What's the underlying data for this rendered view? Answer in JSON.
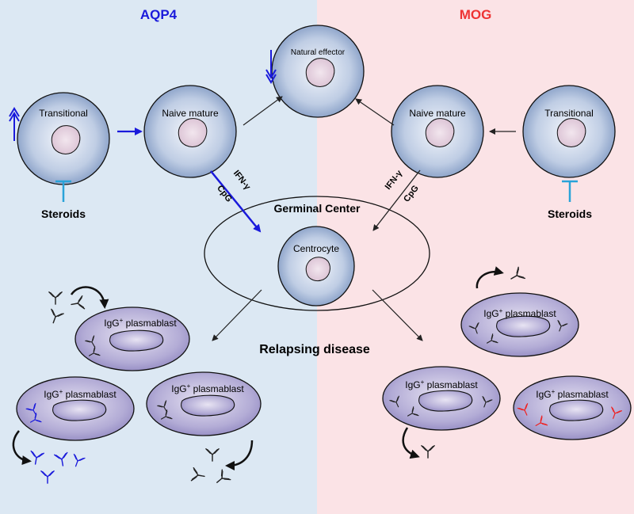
{
  "panels": {
    "left_title": "AQP4",
    "right_title": "MOG",
    "left_color": "#1a1adb",
    "right_color": "#ee3333",
    "left_bg": "#dce8f3",
    "right_bg": "#fbe3e6"
  },
  "cells": {
    "transitional": "Transitional",
    "naive_mature": "Naive mature",
    "natural_effector": "Natural effector",
    "centrocyte": "Centrocyte",
    "plasmablast": "IgG",
    "plasmablast_sup": "+",
    "plasmablast_suffix": " plasmablast"
  },
  "labels": {
    "steroids": "Steroids",
    "germinal_center": "Germinal Center",
    "relapsing": "Relapsing disease",
    "ifn": "IFN-γ",
    "cpg": "CpG"
  },
  "colors": {
    "inhibitor": "#29a3d9",
    "arrow_blue": "#1a1adb",
    "antibody_blue": "#1a1adb",
    "antibody_red": "#ee2222",
    "antibody_black": "#222222"
  }
}
